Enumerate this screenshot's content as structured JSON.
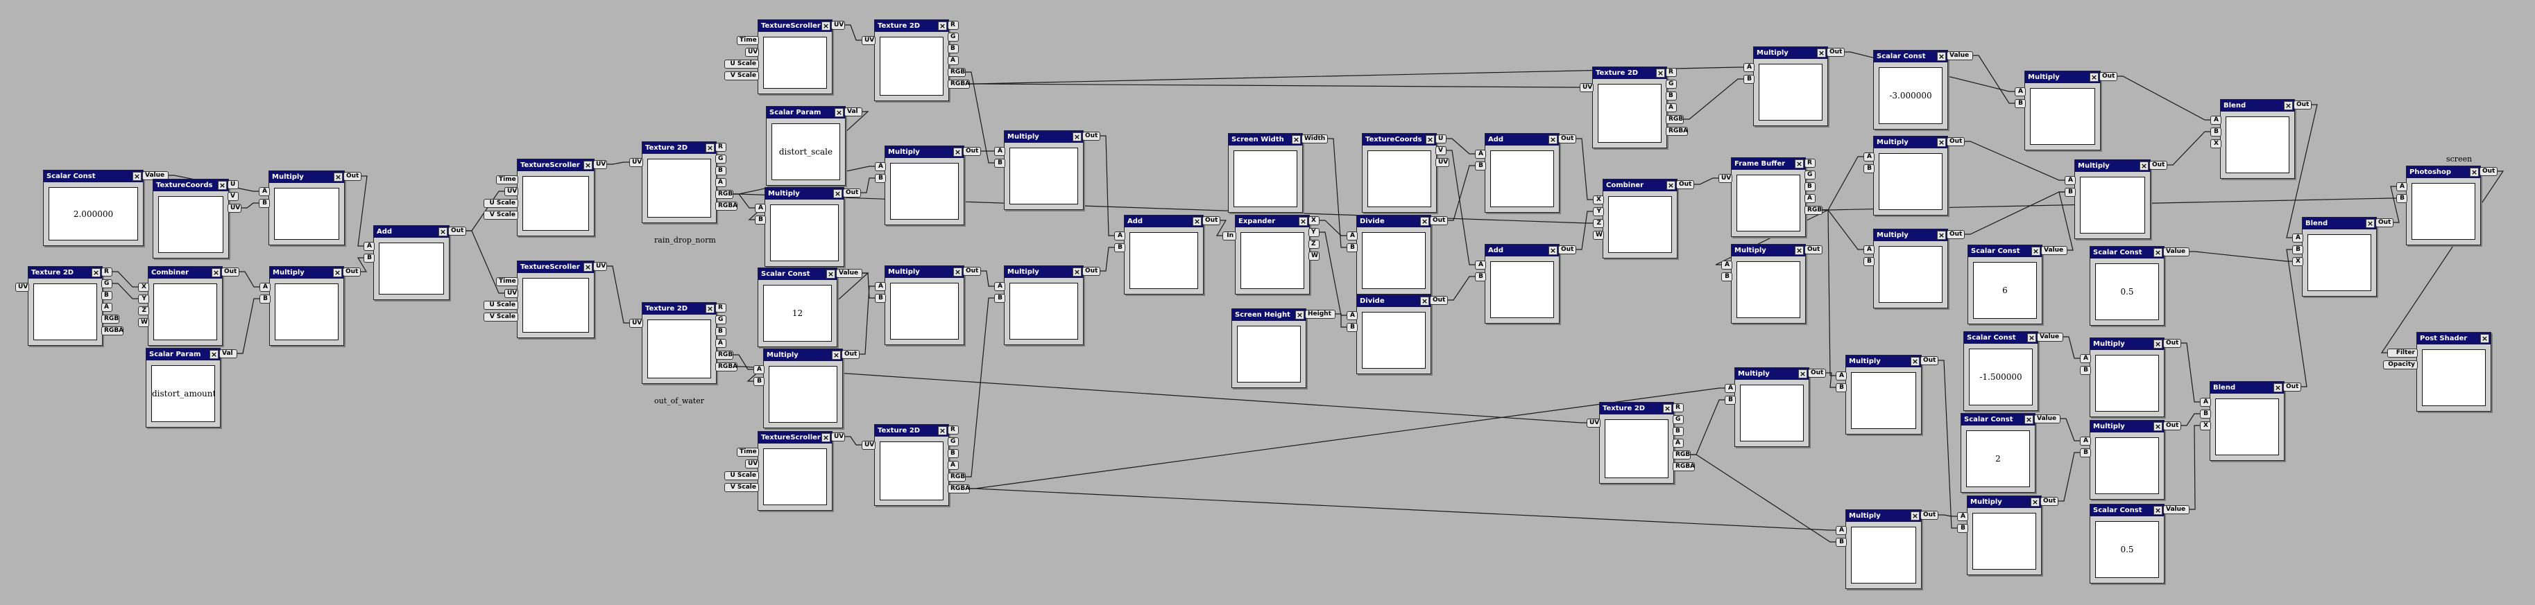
{
  "canvas": {
    "background": "#b4b4b4",
    "title_bar_color": "#0e0e6e",
    "wire_color": "#1a1a1a"
  },
  "nodes": [
    {
      "id": "n1",
      "title": "Scalar Const",
      "value": "2.000000",
      "preview": "white",
      "inputs": [],
      "outputs": [
        "Value"
      ]
    },
    {
      "id": "n2",
      "title": "TextureCoords",
      "preview": "white",
      "inputs": [],
      "outputs": [
        "U",
        "V",
        "UV"
      ]
    },
    {
      "id": "n3",
      "title": "Multiply",
      "preview": "white",
      "inputs": [
        "A",
        "B"
      ],
      "outputs": [
        "Out"
      ]
    },
    {
      "id": "n4",
      "title": "Texture 2D",
      "preview": "check",
      "inputs": [
        "UV"
      ],
      "outputs": [
        "R",
        "G",
        "B",
        "A",
        "RGB",
        "RGBA"
      ]
    },
    {
      "id": "n5",
      "title": "Combiner",
      "preview": "check-yellow",
      "inputs": [
        "X",
        "Y",
        "Z",
        "W"
      ],
      "outputs": [
        "Out"
      ]
    },
    {
      "id": "n6",
      "title": "Multiply",
      "preview": "check-olive",
      "inputs": [
        "A",
        "B"
      ],
      "outputs": [
        "Out"
      ]
    },
    {
      "id": "n7",
      "title": "Scalar Param",
      "value": "distort_amount",
      "preview": "white",
      "inputs": [],
      "outputs": [
        "Val"
      ]
    },
    {
      "id": "n8",
      "title": "Add",
      "preview": "white",
      "inputs": [
        "A",
        "B"
      ],
      "outputs": [
        "Out"
      ]
    },
    {
      "id": "n9",
      "title": "TextureScroller",
      "preview": "red",
      "inputs": [
        "Time",
        "UV",
        "U Scale",
        "V Scale"
      ],
      "outputs": [
        "UV"
      ]
    },
    {
      "id": "n10",
      "title": "TextureScroller",
      "preview": "red",
      "inputs": [
        "Time",
        "UV",
        "U Scale",
        "V Scale"
      ],
      "outputs": [
        "UV"
      ]
    },
    {
      "id": "n11",
      "title": "Texture 2D",
      "preview": "check",
      "inputs": [
        "UV"
      ],
      "outputs": [
        "R",
        "G",
        "B",
        "A",
        "RGB",
        "RGBA"
      ],
      "caption": "rain_drop_norm"
    },
    {
      "id": "n12",
      "title": "Texture 2D",
      "preview": "check",
      "inputs": [
        "UV"
      ],
      "outputs": [
        "R",
        "G",
        "B",
        "A",
        "RGB",
        "RGBA"
      ],
      "caption": "out_of_water"
    },
    {
      "id": "n13",
      "title": "TextureScroller",
      "preview": "redgrad",
      "inputs": [
        "Time",
        "UV",
        "U Scale",
        "V Scale"
      ],
      "outputs": [
        "UV"
      ]
    },
    {
      "id": "n14",
      "title": "Texture 2D",
      "preview": "check",
      "inputs": [
        "UV"
      ],
      "outputs": [
        "R",
        "G",
        "B",
        "A",
        "RGB",
        "RGBA"
      ]
    },
    {
      "id": "n15",
      "title": "Scalar Param",
      "value": "distort_scale",
      "preview": "white",
      "inputs": [],
      "outputs": [
        "Val"
      ]
    },
    {
      "id": "n16",
      "title": "Multiply",
      "preview": "check",
      "inputs": [
        "A",
        "B"
      ],
      "outputs": [
        "Out"
      ]
    },
    {
      "id": "n17",
      "title": "Multiply",
      "preview": "black",
      "inputs": [
        "A",
        "B"
      ],
      "outputs": [
        "Out"
      ]
    },
    {
      "id": "n18",
      "title": "Multiply",
      "preview": "black",
      "inputs": [
        "A",
        "B"
      ],
      "outputs": [
        "Out"
      ]
    },
    {
      "id": "n19",
      "title": "Scalar Const",
      "value": "12",
      "preview": "white",
      "inputs": [],
      "outputs": [
        "Value"
      ]
    },
    {
      "id": "n20",
      "title": "Multiply",
      "preview": "check",
      "inputs": [
        "A",
        "B"
      ],
      "outputs": [
        "Out"
      ]
    },
    {
      "id": "n21",
      "title": "Multiply",
      "preview": "check-soft",
      "inputs": [
        "A",
        "B"
      ],
      "outputs": [
        "Out"
      ]
    },
    {
      "id": "n22",
      "title": "Multiply",
      "preview": "check-soft",
      "inputs": [
        "A",
        "B"
      ],
      "outputs": [
        "Out"
      ]
    },
    {
      "id": "n23",
      "title": "TextureScroller",
      "preview": "redgrad",
      "inputs": [
        "Time",
        "UV",
        "U Scale",
        "V Scale"
      ],
      "outputs": [
        "UV"
      ]
    },
    {
      "id": "n24",
      "title": "Texture 2D",
      "preview": "check",
      "inputs": [
        "UV"
      ],
      "outputs": [
        "R",
        "G",
        "B",
        "A",
        "RGB",
        "RGBA"
      ]
    },
    {
      "id": "n25",
      "title": "Add",
      "preview": "check-soft",
      "inputs": [
        "A",
        "B"
      ],
      "outputs": [
        "Out"
      ]
    },
    {
      "id": "n26",
      "title": "Screen Width",
      "preview": "white",
      "inputs": [],
      "outputs": [
        "Width"
      ]
    },
    {
      "id": "n27",
      "title": "Expander",
      "preview": "white",
      "inputs": [
        "In"
      ],
      "outputs": [
        "X",
        "Y",
        "Z",
        "W"
      ]
    },
    {
      "id": "n28",
      "title": "Screen Height",
      "preview": "white",
      "inputs": [],
      "outputs": [
        "Height"
      ]
    },
    {
      "id": "n29",
      "title": "TextureCoords",
      "preview": "white",
      "inputs": [],
      "outputs": [
        "U",
        "V",
        "UV"
      ]
    },
    {
      "id": "n30",
      "title": "Divide",
      "preview": "white",
      "inputs": [
        "A",
        "B"
      ],
      "outputs": [
        "Out"
      ]
    },
    {
      "id": "n31",
      "title": "Divide",
      "preview": "white",
      "inputs": [
        "A",
        "B"
      ],
      "outputs": [
        "Out"
      ]
    },
    {
      "id": "n32",
      "title": "Add",
      "preview": "white",
      "inputs": [
        "A",
        "B"
      ],
      "outputs": [
        "Out"
      ]
    },
    {
      "id": "n33",
      "title": "Add",
      "preview": "white",
      "inputs": [
        "A",
        "B"
      ],
      "outputs": [
        "Out"
      ]
    },
    {
      "id": "n34",
      "title": "Texture 2D",
      "preview": "check",
      "inputs": [
        "UV"
      ],
      "outputs": [
        "R",
        "G",
        "B",
        "A",
        "RGB",
        "RGBA"
      ]
    },
    {
      "id": "n35",
      "title": "Combiner",
      "preview": "combiner",
      "inputs": [
        "X",
        "Y",
        "Z",
        "W"
      ],
      "outputs": [
        "Out"
      ]
    },
    {
      "id": "n36",
      "title": "Texture 2D",
      "preview": "check",
      "inputs": [
        "UV"
      ],
      "outputs": [
        "R",
        "G",
        "B",
        "A",
        "RGB",
        "RGBA"
      ]
    },
    {
      "id": "n37",
      "title": "Multiply",
      "preview": "white",
      "inputs": [
        "A",
        "B"
      ],
      "outputs": [
        "Out"
      ]
    },
    {
      "id": "n38",
      "title": "Frame Buffer",
      "preview": "scene",
      "inputs": [
        "UV"
      ],
      "outputs": [
        "R",
        "G",
        "B",
        "A",
        "RGB"
      ]
    },
    {
      "id": "n39",
      "title": "Multiply",
      "preview": "white",
      "inputs": [
        "A",
        "B"
      ],
      "outputs": [
        "Out"
      ]
    },
    {
      "id": "n40",
      "title": "Multiply",
      "preview": "white",
      "inputs": [
        "A",
        "B"
      ],
      "outputs": [
        "Out"
      ]
    },
    {
      "id": "n41",
      "title": "Multiply",
      "preview": "white",
      "inputs": [
        "A",
        "B"
      ],
      "outputs": [
        "Out"
      ]
    },
    {
      "id": "n42",
      "title": "Multiply",
      "preview": "check-dark",
      "inputs": [
        "A",
        "B"
      ],
      "outputs": [
        "Out"
      ]
    },
    {
      "id": "n43",
      "title": "Scalar Const",
      "value": "-3.000000",
      "preview": "white",
      "inputs": [],
      "outputs": [
        "Value"
      ]
    },
    {
      "id": "n44",
      "title": "Multiply",
      "preview": "check-dark",
      "inputs": [
        "A",
        "B"
      ],
      "outputs": [
        "Out"
      ]
    },
    {
      "id": "n45",
      "title": "Multiply",
      "preview": "check-dark",
      "inputs": [
        "A",
        "B"
      ],
      "outputs": [
        "Out"
      ]
    },
    {
      "id": "n46",
      "title": "Scalar Const",
      "value": "6",
      "preview": "white",
      "inputs": [],
      "outputs": [
        "Value"
      ]
    },
    {
      "id": "n47",
      "title": "Scalar Const",
      "value": "-1.500000",
      "preview": "white",
      "inputs": [],
      "outputs": [
        "Value"
      ]
    },
    {
      "id": "n48",
      "title": "Scalar Const",
      "value": "2",
      "preview": "white",
      "inputs": [],
      "outputs": [
        "Value"
      ]
    },
    {
      "id": "n49",
      "title": "Multiply",
      "preview": "scene",
      "inputs": [
        "A",
        "B"
      ],
      "outputs": [
        "Out"
      ]
    },
    {
      "id": "n50",
      "title": "Multiply",
      "preview": "black",
      "inputs": [
        "A",
        "B"
      ],
      "outputs": [
        "Out"
      ]
    },
    {
      "id": "n51",
      "title": "Multiply",
      "preview": "check-bw",
      "inputs": [
        "A",
        "B"
      ],
      "outputs": [
        "Out"
      ]
    },
    {
      "id": "n52",
      "title": "Scalar Const",
      "value": "0.5",
      "preview": "white",
      "inputs": [],
      "outputs": [
        "Value"
      ]
    },
    {
      "id": "n53",
      "title": "Multiply",
      "preview": "black",
      "inputs": [
        "A",
        "B"
      ],
      "outputs": [
        "Out"
      ]
    },
    {
      "id": "n54",
      "title": "Multiply",
      "preview": "scene",
      "inputs": [
        "A",
        "B"
      ],
      "outputs": [
        "Out"
      ]
    },
    {
      "id": "n55",
      "title": "Scalar Const",
      "value": "0.5",
      "preview": "white",
      "inputs": [],
      "outputs": [
        "Value"
      ]
    },
    {
      "id": "n56",
      "title": "Blend",
      "preview": "scene-check",
      "inputs": [
        "A",
        "B",
        "X"
      ],
      "outputs": [
        "Out"
      ]
    },
    {
      "id": "n57",
      "title": "Blend",
      "preview": "scene-check",
      "inputs": [
        "A",
        "B",
        "X"
      ],
      "outputs": [
        "Out"
      ]
    },
    {
      "id": "n58",
      "title": "Blend",
      "preview": "check-dark",
      "inputs": [
        "A",
        "B",
        "X"
      ],
      "outputs": [
        "Out"
      ]
    },
    {
      "id": "n59",
      "title": "Photoshop",
      "preview": "scene-check",
      "inputs": [
        "A",
        "B"
      ],
      "outputs": [
        "Out"
      ],
      "caption": "screen"
    },
    {
      "id": "n60",
      "title": "Post Shader",
      "preview": "white",
      "inputs": [
        "Filter",
        "Opacity"
      ],
      "outputs": []
    }
  ]
}
